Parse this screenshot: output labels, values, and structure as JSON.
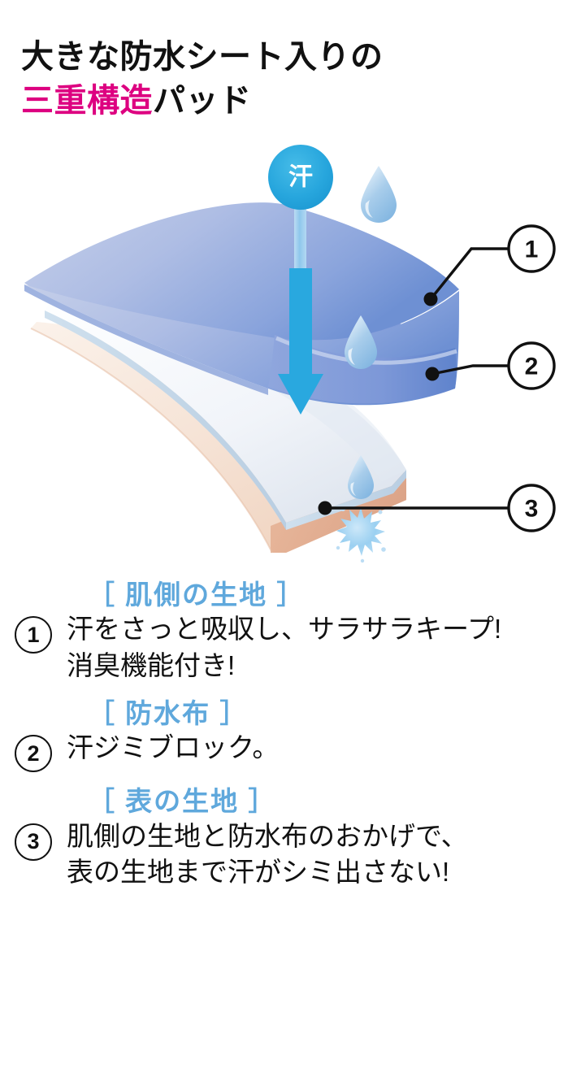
{
  "title": {
    "line1": "大きな防水シート入りの",
    "line2_accent": "三重構造",
    "line2_rest": "パッド",
    "accent_color": "#DD0080"
  },
  "diagram": {
    "sweat_badge_label": "汗",
    "sweat_badge_color": "#2BA8DE",
    "arrow_color": "#29A8DF",
    "callouts": [
      {
        "number": "1",
        "target_layer": "top-blue-fabric-layer"
      },
      {
        "number": "2",
        "target_layer": "middle-waterproof-layer"
      },
      {
        "number": "3",
        "target_layer": "bottom-outer-fabric-layer"
      }
    ],
    "layers": [
      {
        "name": "skin-side-fabric",
        "color_light": "#BFCBE8",
        "color_dark": "#6C8FD4"
      },
      {
        "name": "waterproof-sheet",
        "color_light": "#FAFBFD",
        "color_dark": "#D3DCE8"
      },
      {
        "name": "outer-fabric",
        "color_light": "#F6E3D6",
        "color_dark": "#E3AE8F"
      }
    ],
    "droplet_color": "#9CC9EA",
    "stain_color": "#9ED1F0"
  },
  "legend": {
    "heading_color": "#5FA8DC",
    "entries": [
      {
        "number": "1",
        "heading": "［ 肌側の生地 ］",
        "lines": [
          "汗をさっと吸収し、サラサラキープ!",
          "消臭機能付き!"
        ]
      },
      {
        "number": "2",
        "heading": "［ 防水布 ］",
        "lines": [
          "汗ジミブロック。"
        ]
      },
      {
        "number": "3",
        "heading": "［ 表の生地 ］",
        "lines": [
          "肌側の生地と防水布のおかげで、",
          "表の生地まで汗がシミ出さない!"
        ]
      }
    ]
  }
}
